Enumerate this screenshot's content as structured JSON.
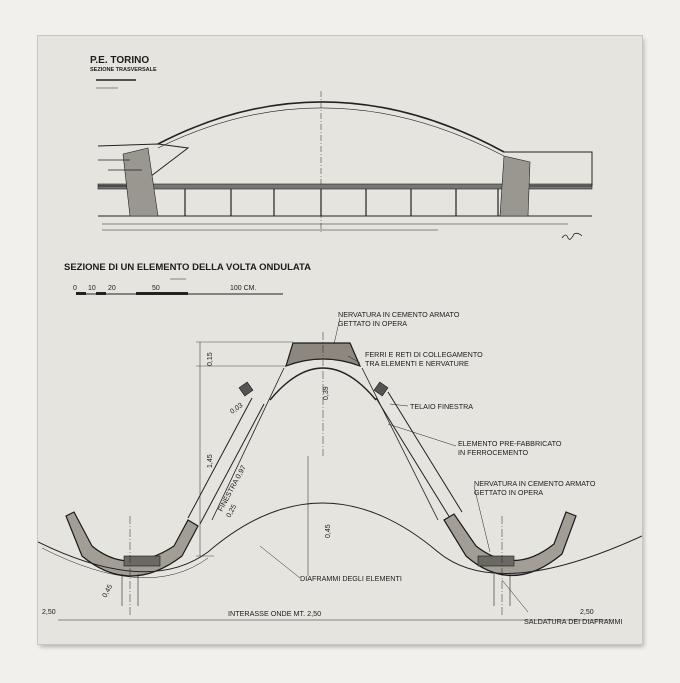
{
  "header": {
    "title": "P.E. TORINO",
    "subtitle": "SEZIONE TRASVERSALE"
  },
  "section_title": "SEZIONE DI UN ELEMENTO DELLA VOLTA ONDULATA",
  "scale_bar": {
    "ticks": [
      "0",
      "10",
      "20",
      "50",
      "100 CM."
    ]
  },
  "labels": {
    "nervatura_top_1": "NERVATURA IN CEMENTO ARMATO",
    "nervatura_top_2": "GETTATO IN OPERA",
    "ferri_1": "FERRI E RETI DI COLLEGAMENTO",
    "ferri_2": "TRA ELEMENTI E NERVATURE",
    "telaio": "TELAIO FINESTRA",
    "elemento_1": "ELEMENTO PRE-FABBRICATO",
    "elemento_2": "IN FERROCEMENTO",
    "nervatura_bot_1": "NERVATURA IN CEMENTO ARMATO",
    "nervatura_bot_2": "GETTATO IN OPERA",
    "diaframmi": "DIAFRAMMI DEGLI ELEMENTI",
    "interasse": "INTERASSE ONDE MT. 2,50",
    "saldatura": "SALDATURA DEI DIAFRAMMI",
    "finestra": "FINESTRA 0,97"
  },
  "dimensions": {
    "d015": "0,15",
    "d039": "0,39",
    "d145": "1,45",
    "d045_mid": "0,45",
    "d045_left": "0,45",
    "d025": "0,25",
    "d003": "0,03",
    "d250_left": "2,50",
    "d250_right": "2,50"
  },
  "colors": {
    "paper": "#e6e4de",
    "ink": "#1c1c1c",
    "background": "#f2f0ec"
  }
}
